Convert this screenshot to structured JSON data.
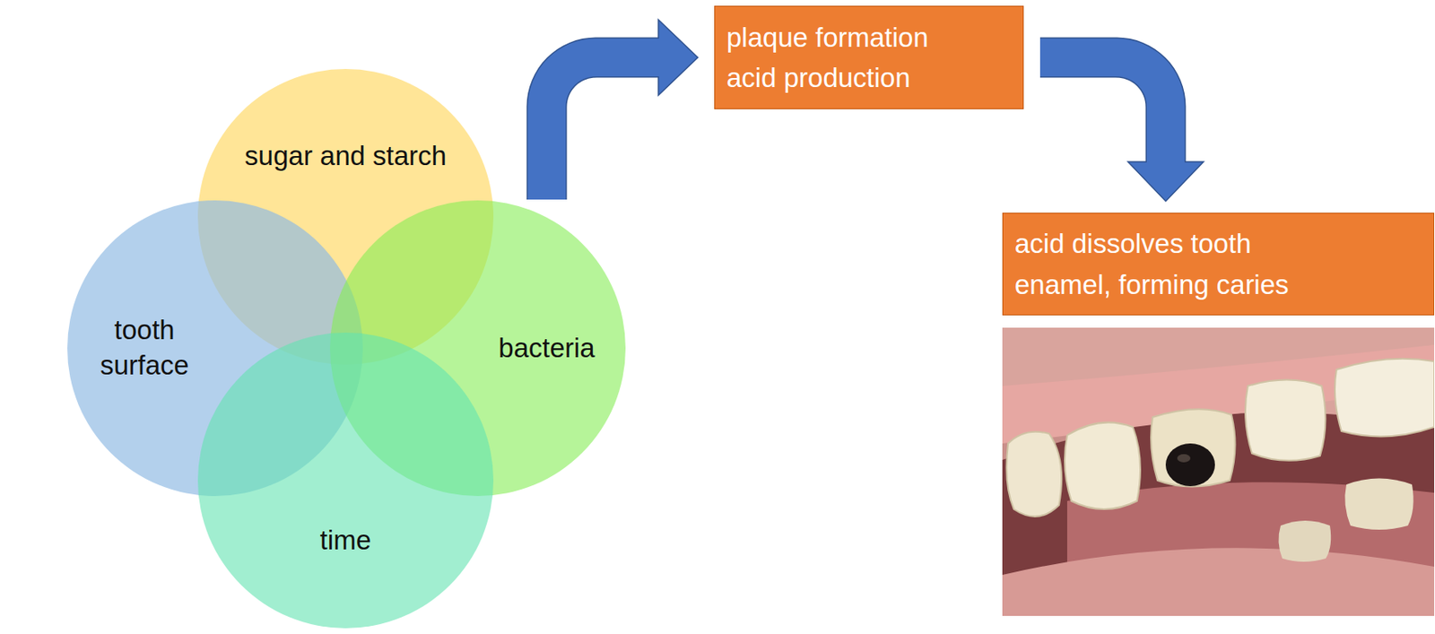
{
  "diagram": {
    "nodes": [
      {
        "text": [
          "sugar and starch"
        ]
      },
      {
        "text": [
          "tooth surface"
        ]
      },
      {
        "text": [
          "bacteria"
        ]
      },
      {
        "text": [
          "time"
        ]
      },
      {
        "text": [
          "plaque formation",
          "acid production"
        ]
      },
      {
        "text": [
          "acid dissolves tooth enamel, forming caries"
        ]
      }
    ],
    "edges": [
      {
        "from": 2,
        "to": 4,
        "arrow": "to"
      },
      {
        "from": 4,
        "to": 5,
        "arrow": "to"
      }
    ]
  }
}
